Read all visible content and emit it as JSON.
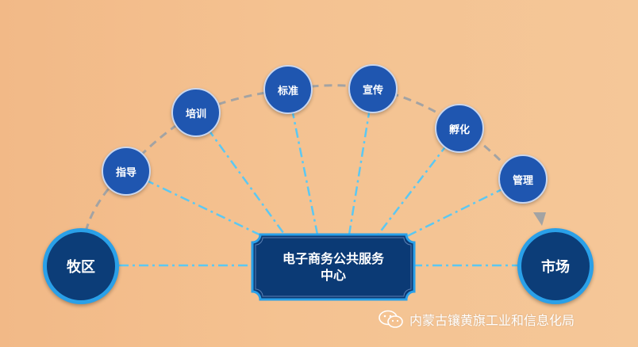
{
  "diagram": {
    "center": "电子商务公共服务\n中心",
    "left_node": "牧区",
    "right_node": "市场",
    "arc_nodes": [
      "指导",
      "培训",
      "标准",
      "宣传",
      "孵化",
      "管理"
    ]
  },
  "watermark": {
    "text": "内蒙古镶黄旗工业和信息化局",
    "icon": "wechat-icon"
  },
  "colors": {
    "node_fill": "#1f56b0",
    "big_node_fill": "#0c3d78",
    "big_node_ring": "#2aa0e8",
    "connector": "#5cc8f2",
    "arc": "#a3a3a3"
  }
}
